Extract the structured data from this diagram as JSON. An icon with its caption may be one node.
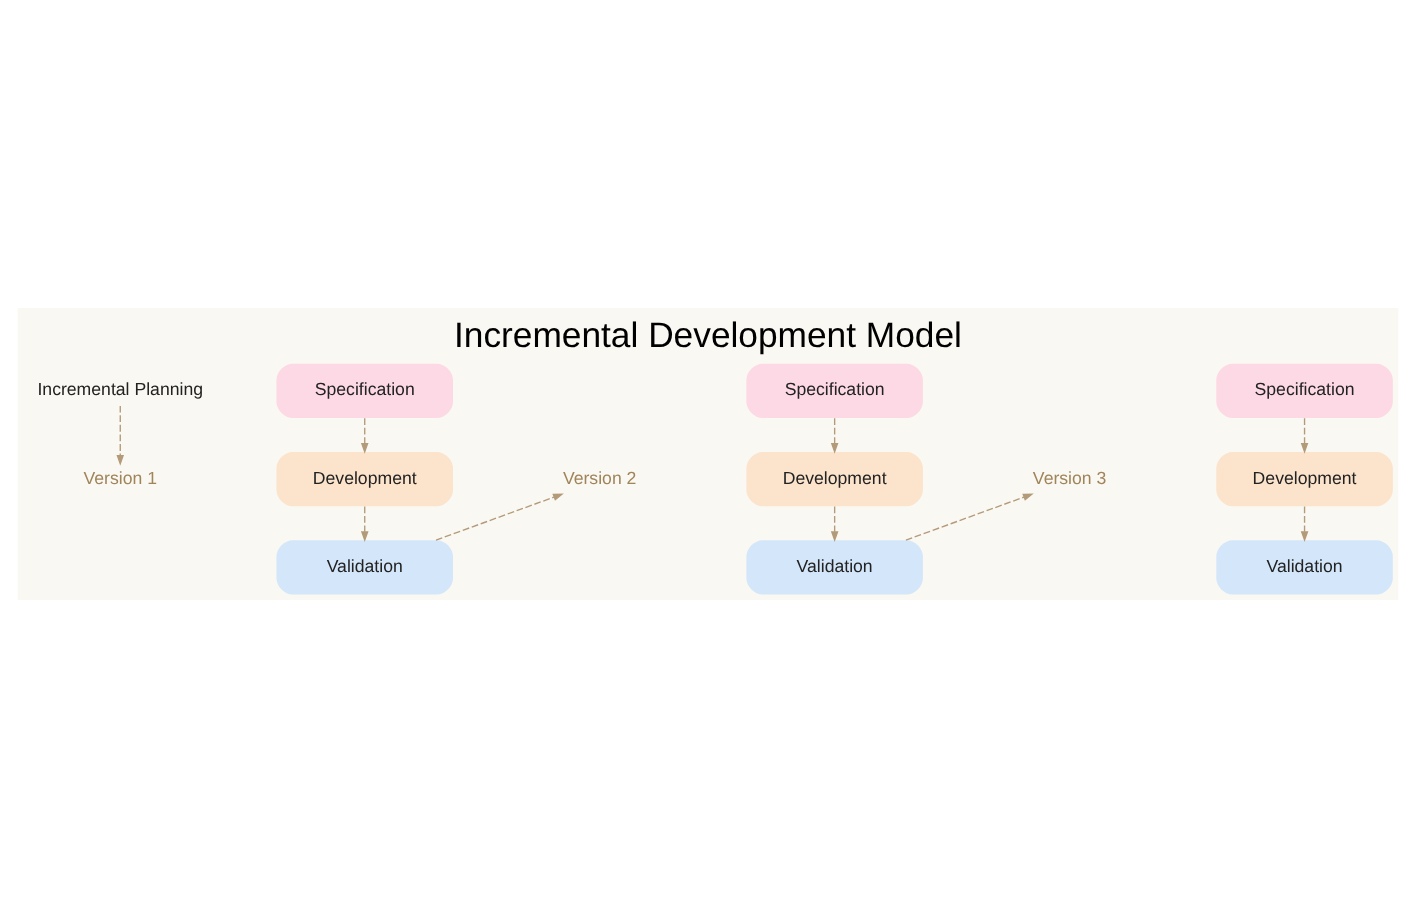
{
  "diagram": {
    "title": "Incremental Development Model",
    "nodes": [
      {
        "text": [
          "Incremental Planning"
        ]
      },
      {
        "text": [
          "Version 1"
        ]
      },
      {
        "text": [
          "Specification"
        ]
      },
      {
        "text": [
          "Development"
        ]
      },
      {
        "text": [
          "Validation"
        ]
      },
      {
        "text": [
          "Version 2"
        ]
      },
      {
        "text": [
          "Specification"
        ]
      },
      {
        "text": [
          "Development"
        ]
      },
      {
        "text": [
          "Validation"
        ]
      },
      {
        "text": [
          "Version 3"
        ]
      },
      {
        "text": [
          "Specification"
        ]
      },
      {
        "text": [
          "Development"
        ]
      },
      {
        "text": [
          "Validation"
        ]
      }
    ],
    "edges": [
      {
        "from": 0,
        "to": 1,
        "arrow": "to",
        "style": "dashed"
      },
      {
        "from": 2,
        "to": 3,
        "arrow": "to",
        "style": "dashed"
      },
      {
        "from": 3,
        "to": 4,
        "arrow": "to",
        "style": "dashed"
      },
      {
        "from": 4,
        "to": 5,
        "arrow": "to",
        "style": "dashed"
      },
      {
        "from": 6,
        "to": 7,
        "arrow": "to",
        "style": "dashed"
      },
      {
        "from": 7,
        "to": 8,
        "arrow": "to",
        "style": "dashed"
      },
      {
        "from": 8,
        "to": 9,
        "arrow": "to",
        "style": "dashed"
      },
      {
        "from": 10,
        "to": 11,
        "arrow": "to",
        "style": "dashed"
      },
      {
        "from": 11,
        "to": 12,
        "arrow": "to",
        "style": "dashed"
      }
    ]
  }
}
